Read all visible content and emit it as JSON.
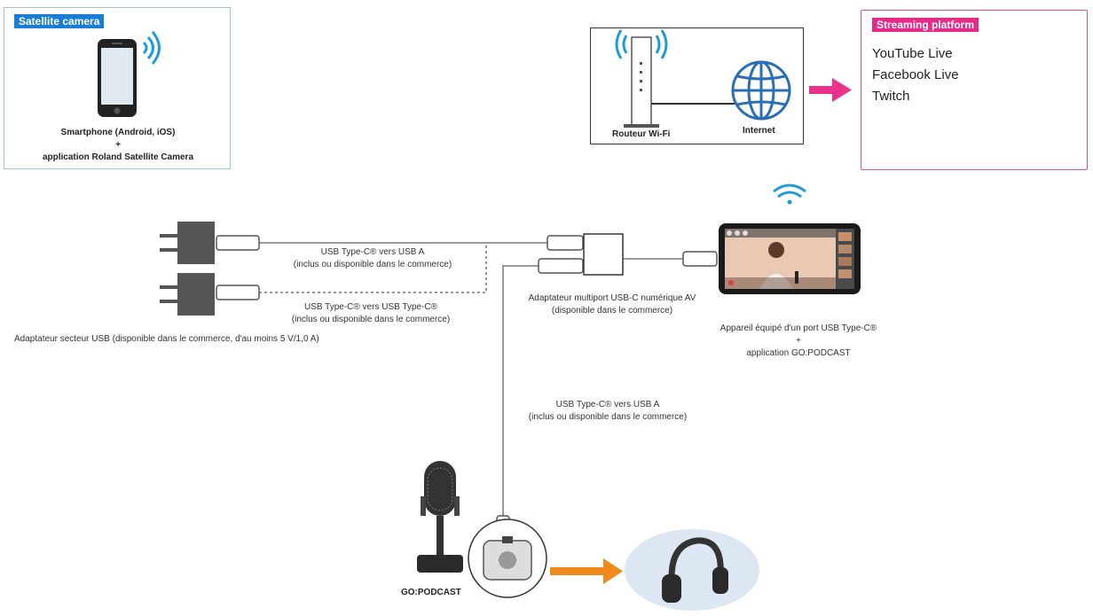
{
  "satellite": {
    "tag": "Satellite camera",
    "caption_line1": "Smartphone (Android, iOS)",
    "caption_plus": "+",
    "caption_line2": "application Roland Satellite Camera"
  },
  "network": {
    "router_label": "Routeur Wi-Fi",
    "internet_label": "Internet"
  },
  "streaming": {
    "tag": "Streaming platform",
    "platforms": [
      "YouTube Live",
      "Facebook Live",
      "Twitch"
    ]
  },
  "cables": {
    "usbc_to_usba_top_line1": "USB Type-C® vers USB A",
    "usbc_to_usba_top_line2": "(inclus ou disponible dans le commerce)",
    "usbc_to_usbc_line1": "USB Type-C® vers USB Type-C®",
    "usbc_to_usbc_line2": "(inclus ou disponible dans le commerce)",
    "usbc_to_usba_mid_line1": "USB Type-C® vers USB A",
    "usbc_to_usba_mid_line2": "(inclus ou disponible dans le commerce)"
  },
  "power_adapter_label": "Adaptateur secteur USB (disponible dans le commerce, d'au moins 5 V/1,0 A)",
  "multiport": {
    "line1": "Adaptateur multiport USB-C numérique AV",
    "line2": "(disponible dans le commerce)"
  },
  "device": {
    "line1": "Appareil équipé d'un port USB Type-C®",
    "plus": "+",
    "line2": "application GO:PODCAST"
  },
  "mic_label": "GO:PODCAST",
  "colors": {
    "satellite_accent": "#1a7fd4",
    "streaming_accent": "#e62a8a",
    "pink_arrow": "#e8328c",
    "orange_arrow": "#f08a1c",
    "globe_blue": "#2a6fb5",
    "wifi_blue": "#1e9bd8",
    "headphone_bg": "#dde7f4"
  }
}
